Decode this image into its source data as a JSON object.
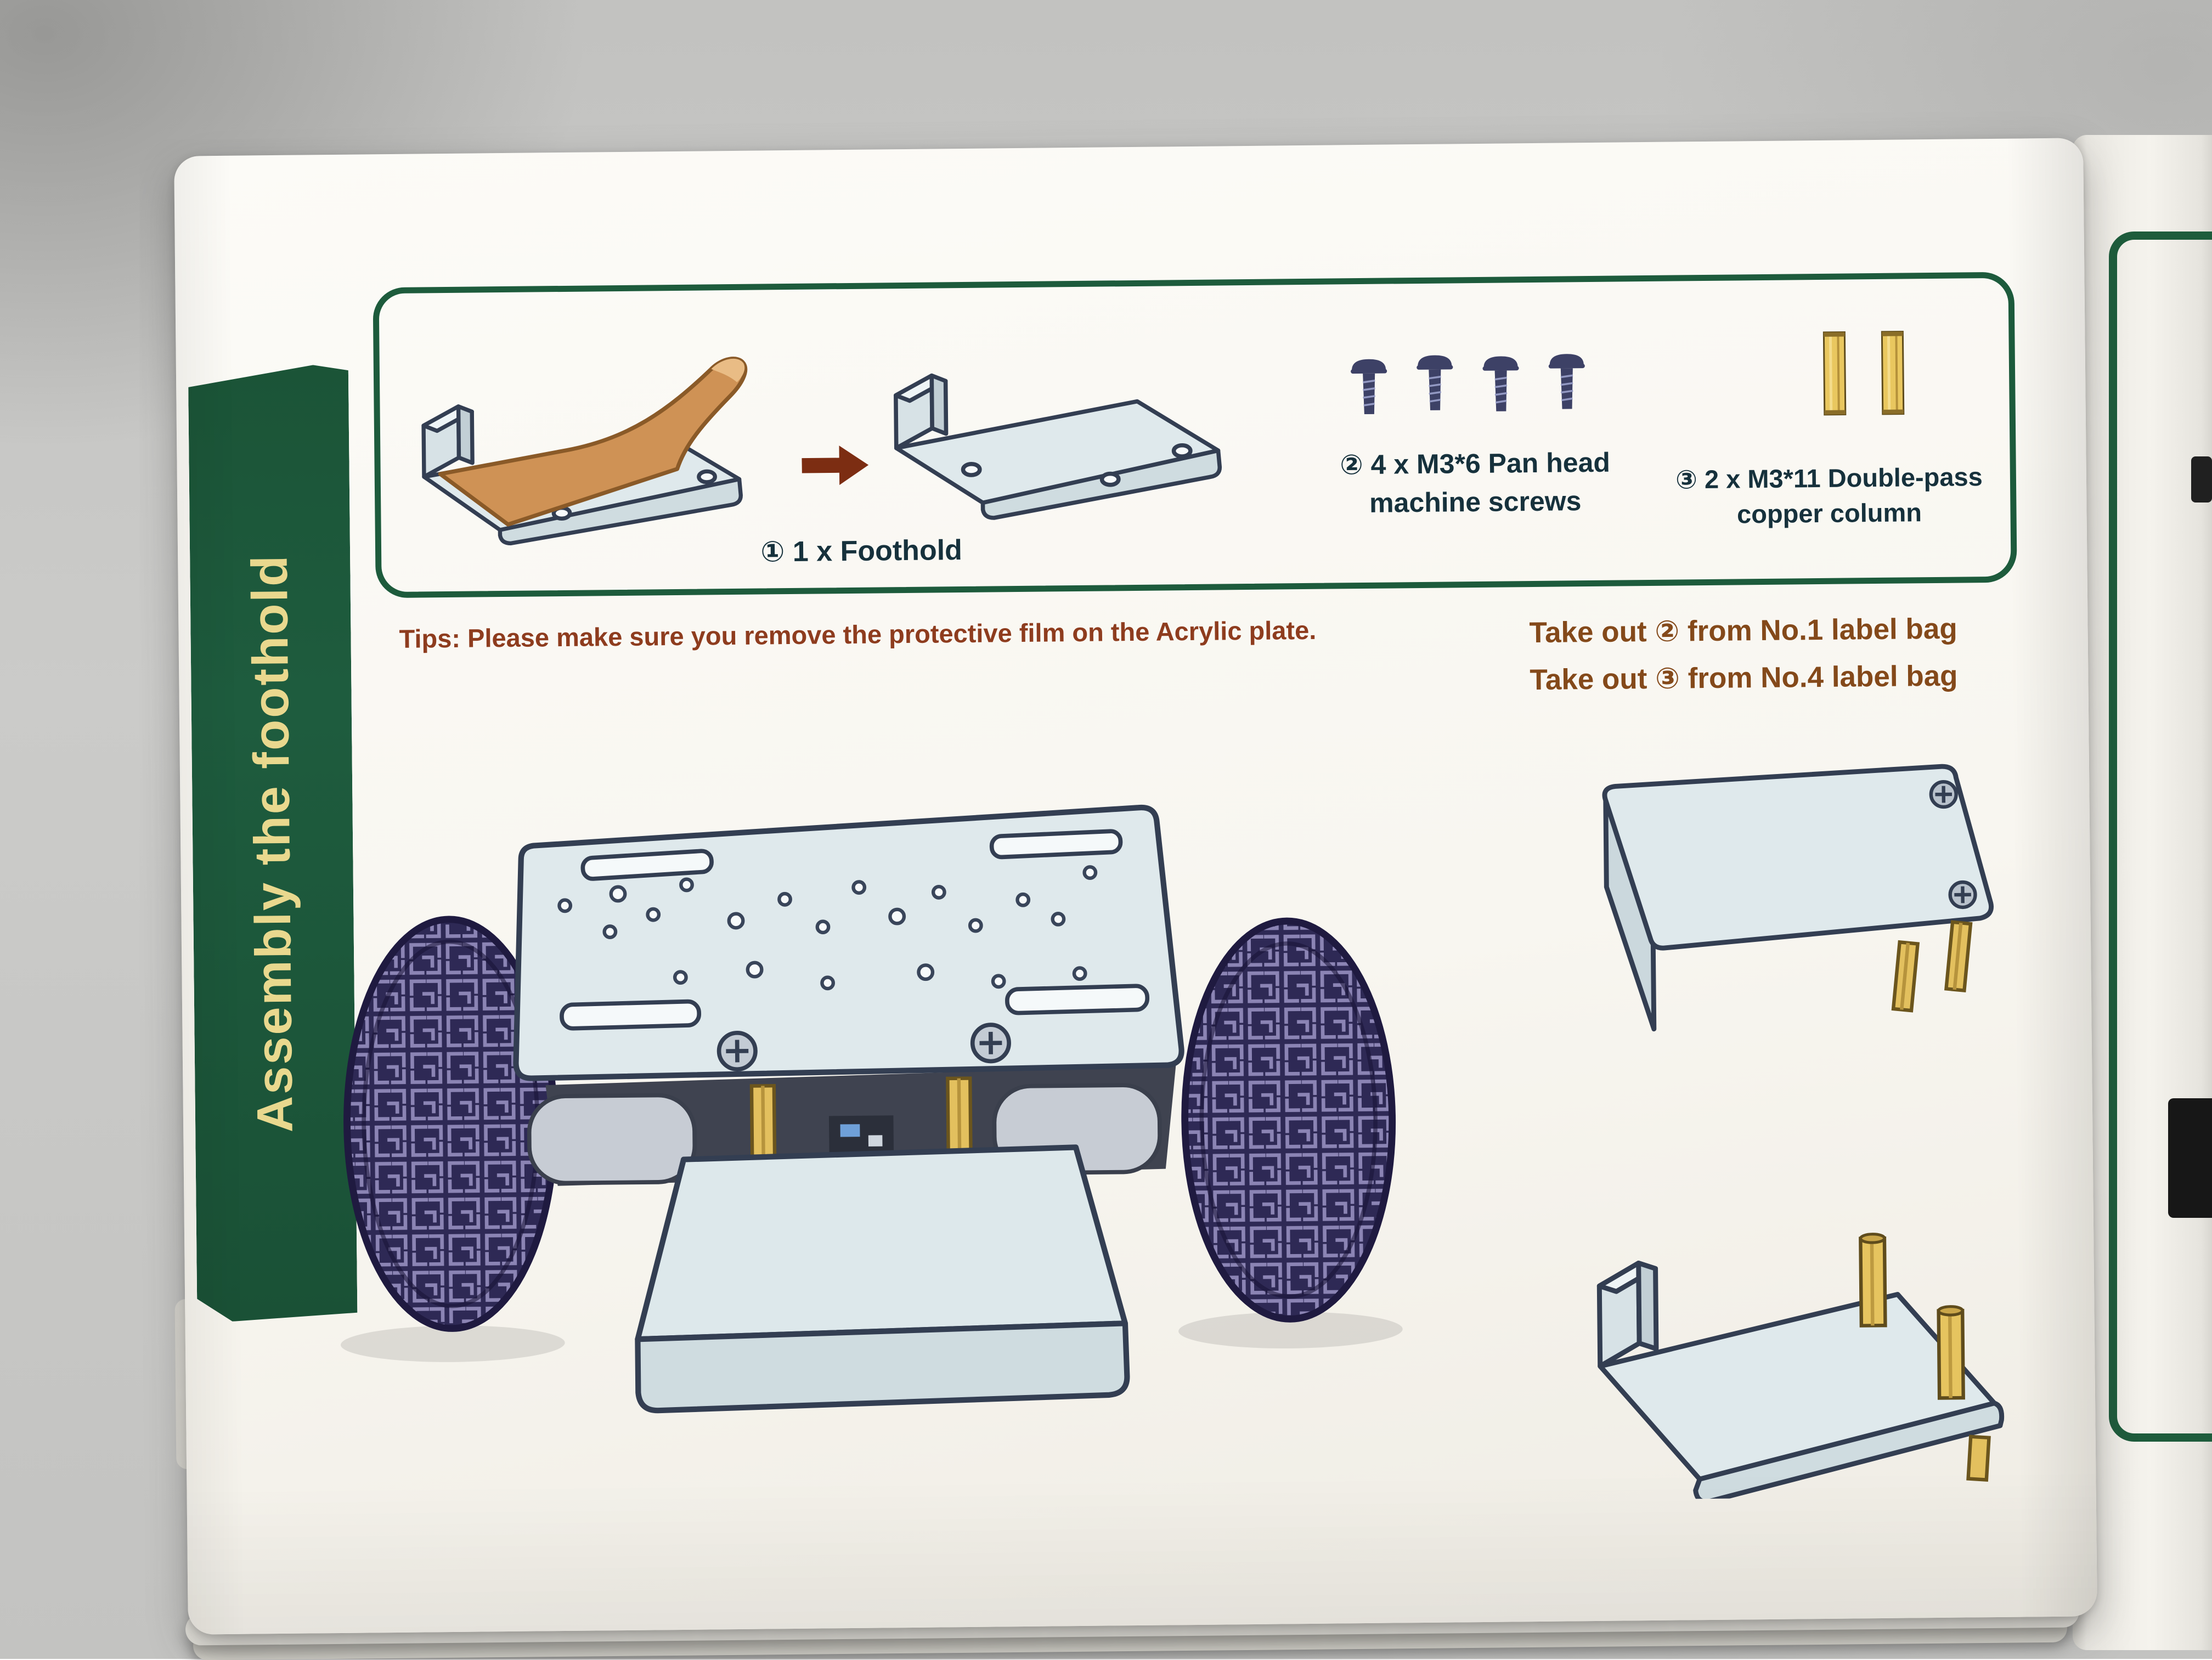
{
  "colors": {
    "accent_green": "#1d5b3c",
    "tab_text_yellow": "#e9d88e",
    "tips_brown": "#8e3c1e",
    "note_brown": "#84491a",
    "label_dark": "#16313c",
    "copper_column_gold": "#e6c45f",
    "protective_film_orange": "#cf9255",
    "acrylic_plate_gray": "#dfe9ec",
    "tire_navy": "#2e2955"
  },
  "tab": {
    "label": "Assembly the foothold"
  },
  "parts_panel": {
    "foothold": {
      "label": "① 1 x Foothold"
    },
    "screws": {
      "line1": "② 4 x M3*6 Pan head",
      "line2": "machine screws"
    },
    "copper_columns": {
      "line1": "③ 2 x M3*11  Double-pass",
      "line2": "copper column"
    }
  },
  "notes": {
    "tips": "Tips: Please make sure you remove the protective film on the Acrylic plate.",
    "take_out": [
      "Take out ② from No.1 label bag",
      "Take out ③ from No.4 label bag"
    ]
  }
}
